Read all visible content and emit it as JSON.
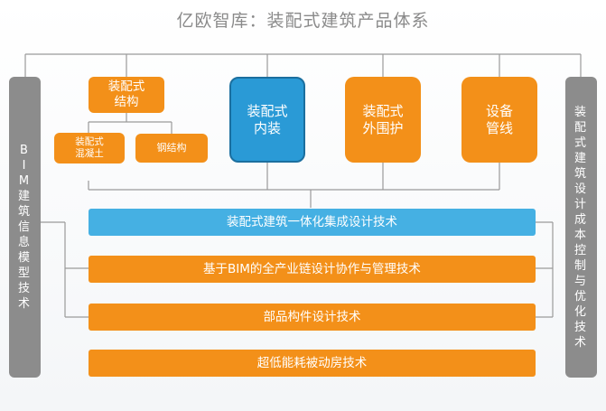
{
  "title": "亿欧智库：装配式建筑产品体系",
  "side_left": "BIM建筑信息模型技术",
  "side_right": "装配式建筑设计成本控制与优化技术",
  "top_boxes": {
    "structure": "装配式\n结构",
    "concrete": "装配式\n混凝土",
    "steel": "钢结构",
    "interior": "装配式\n内装",
    "exterior": "装配式\n外围护",
    "equipment": "设备\n管线"
  },
  "bars": [
    "装配式建筑一体化集成设计技术",
    "基于BIM的全产业链设计协作与管理技术",
    "部品构件设计技术",
    "超低能耗被动房技术"
  ],
  "colors": {
    "orange": "#f39019",
    "blue": "#45b0e3",
    "dark_blue": "#2a9ad6",
    "gray": "#8c8c8c",
    "line": "#9a9a9a"
  }
}
